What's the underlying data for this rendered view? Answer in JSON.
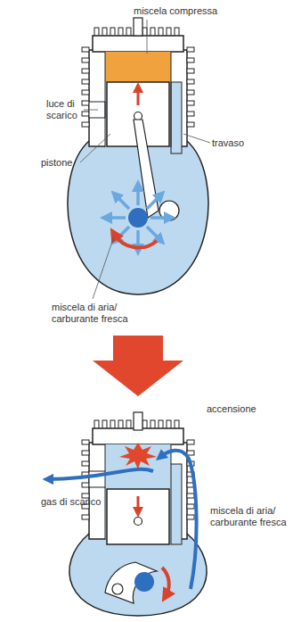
{
  "diagram": {
    "labels": [
      "miscela compressa",
      "luce di scarico",
      "travaso",
      "pistone",
      "miscela di aria/ carburante fresca",
      "accensione",
      "gas di scarico",
      "miscela di aria/ carburante fresca"
    ]
  }
}
